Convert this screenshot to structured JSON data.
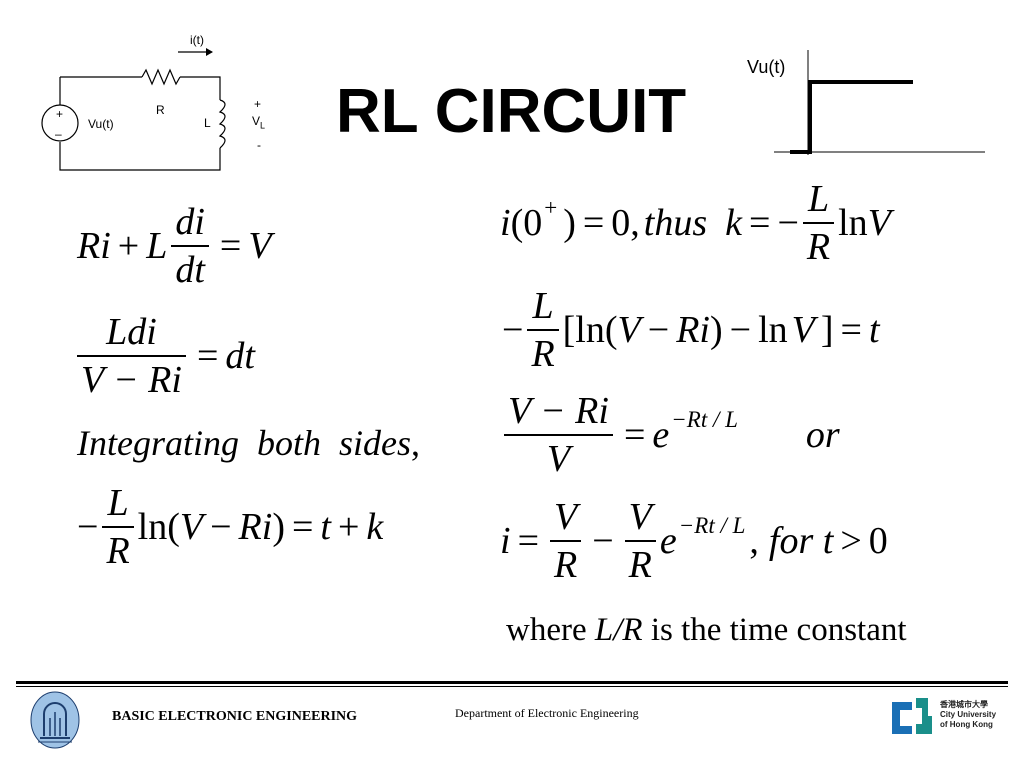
{
  "title": "RL CIRCUIT",
  "circuit": {
    "current_label": "i(t)",
    "source_plus": "+",
    "source_minus": "–",
    "source_label": "Vu(t)",
    "resistor_label": "R",
    "inductor_label": "L",
    "vl_plus": "+",
    "vl_label": "V",
    "vl_sub": "L",
    "vl_minus": "-"
  },
  "step_plot": {
    "label": "Vu(t)"
  },
  "equations": {
    "e1": {
      "Ri": "Ri",
      "plus": "+",
      "L": "L",
      "di": "di",
      "dt": "dt",
      "eq": "=",
      "V": "V"
    },
    "e2": {
      "Ldi": "Ldi",
      "den": "V − Ri",
      "eq": "=",
      "dt": "dt"
    },
    "e3": {
      "text": "Integrating  both  sides",
      "comma": ","
    },
    "e4": {
      "minus": "−",
      "L": "L",
      "R": "R",
      "ln": "ln",
      "V": "V",
      "Ri": "Ri",
      "eq": "=",
      "t": "t",
      "plus": "+",
      "k": "k",
      "rest_open": "(",
      "rest_minus": "−",
      "rest_close": ")"
    },
    "e5": {
      "i": "i",
      "open": "(0",
      "sup": "+",
      "close": ")",
      "eq": "=",
      "zero": "0,",
      "thus": "thus",
      "k": "k",
      "eq2": "=",
      "minus": "−",
      "L": "L",
      "R": "R",
      "ln": "ln",
      "V": "V"
    },
    "e6": {
      "minus": "−",
      "L": "L",
      "R": "R",
      "bracket_open": "[ln(",
      "V": "V",
      "minus2": "−",
      "Ri": "Ri",
      "close": ")",
      "minus3": "−",
      "ln": "ln",
      "V2": "V",
      "bracket_close": "]",
      "eq": "=",
      "t": "t"
    },
    "e7": {
      "num": "V − Ri",
      "den": "V",
      "eq": "=",
      "e": "e",
      "sup": "−Rt / L",
      "or": "or"
    },
    "e8": {
      "i": "i",
      "eq": "=",
      "V1": "V",
      "R1": "R",
      "minus": "−",
      "V2": "V",
      "R2": "R",
      "e": "e",
      "sup": "−Rt / L",
      "comma": ",",
      "for": "for t",
      "gt": ">",
      "zero": "0"
    },
    "where": {
      "pre": "where ",
      "lr": "L/R",
      "post": " is the time constant"
    }
  },
  "footer": {
    "left": "BASIC ELECTRONIC ENGINEERING",
    "center": "Department of Electronic Engineering",
    "cityu_chinese": "香港城市大學",
    "cityu_line1": "City University",
    "cityu_line2": "of Hong Kong"
  },
  "colors": {
    "logo_blue": "#1a6fb5",
    "logo_teal": "#1a8f8a",
    "seal_blue": "#9fc3e6"
  }
}
